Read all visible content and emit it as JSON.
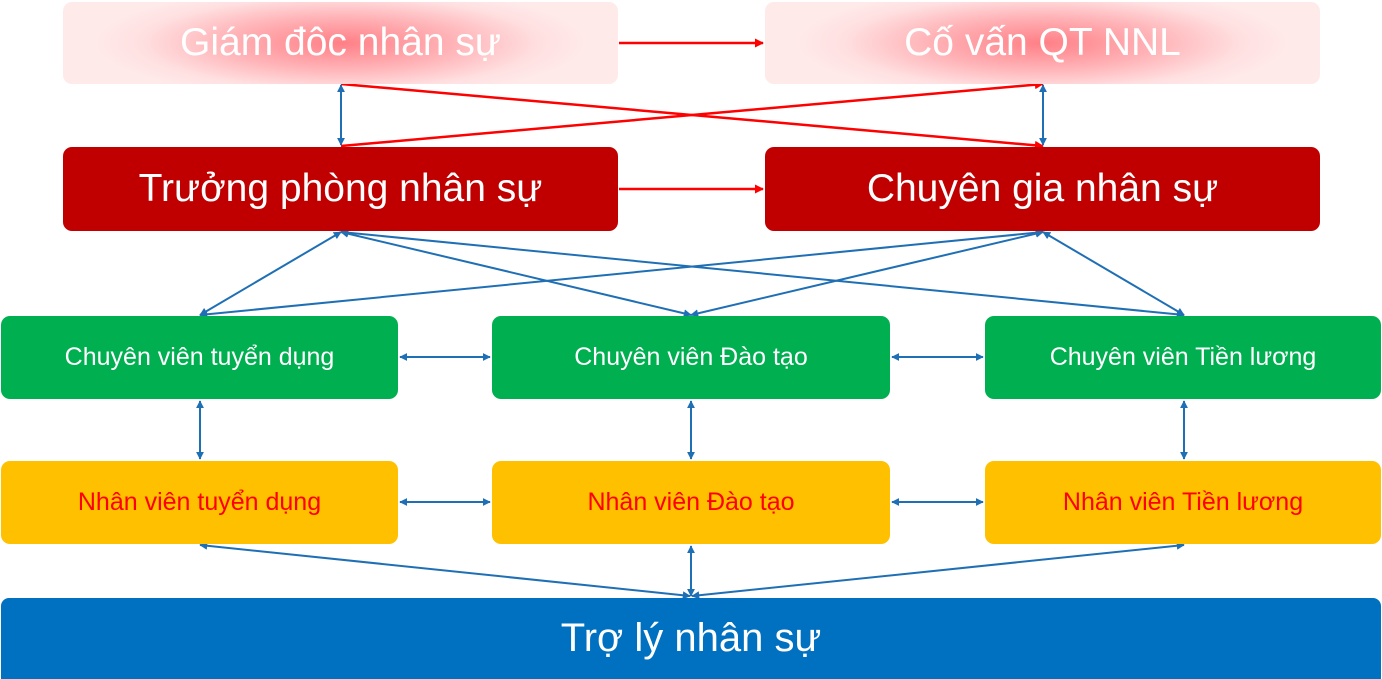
{
  "diagram": {
    "nodes": {
      "hr_director": "Giám đôc nhân sự",
      "hr_advisor": "Cố vấn QT NNL",
      "hr_manager": "Trưởng phòng nhân sự",
      "hr_expert": "Chuyên gia nhân sự",
      "recruit_specialist": "Chuyên viên tuyển dụng",
      "training_specialist": "Chuyên viên Đào tạo",
      "payroll_specialist": "Chuyên viên Tiền lương",
      "recruit_staff": "Nhân viên tuyển dụng",
      "training_staff": "Nhân viên Đào tạo",
      "payroll_staff": "Nhân viên Tiền lương",
      "hr_assistant": "Trợ lý nhân sự"
    },
    "colors": {
      "top_level": "#ff8a8f",
      "manager_level": "#c00000",
      "specialist_level": "#00b050",
      "staff_level": "#ffc000",
      "staff_text": "#ff0000",
      "assistant_level": "#0070c0",
      "red_connector": "#ff0000",
      "blue_connector": "#1f6fb5"
    }
  }
}
